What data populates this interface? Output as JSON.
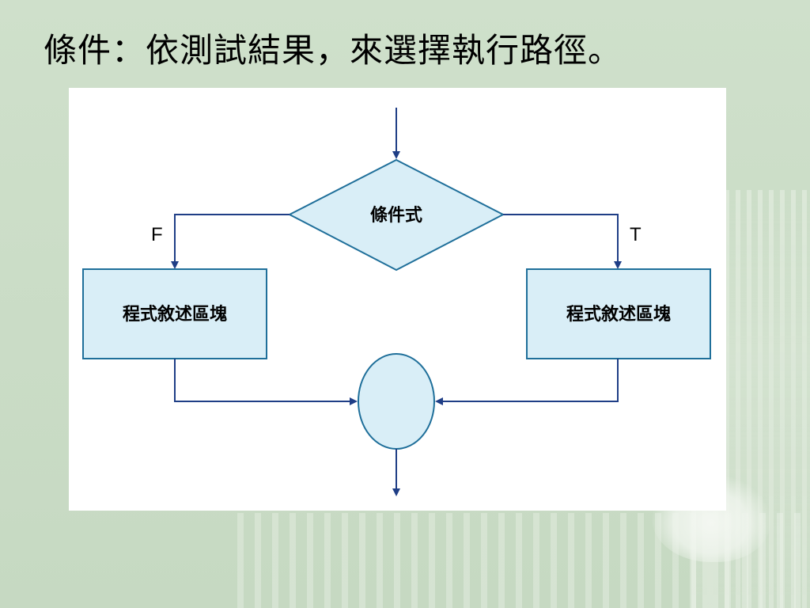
{
  "slide": {
    "title": "條件：依測試結果，來選擇執行路徑。"
  },
  "diagram": {
    "condition_label": "條件式",
    "false_label": "F",
    "true_label": "T",
    "left_block_label": "程式敘述區塊",
    "right_block_label": "程式敘述區塊"
  },
  "colors": {
    "background": "#c9dcc6",
    "panel": "#ffffff",
    "shape_fill": "#d9eef7",
    "shape_stroke": "#1f6f9a",
    "connector": "#1f3e86"
  }
}
